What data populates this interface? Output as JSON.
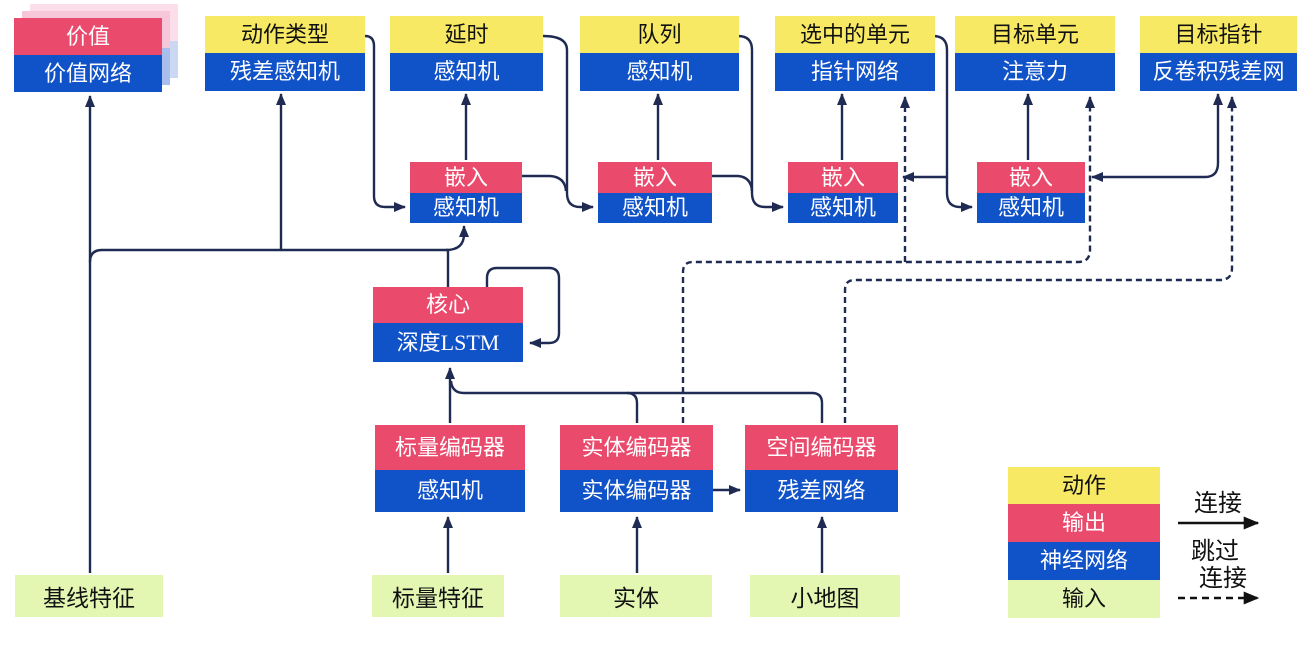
{
  "diagram_title": "agent-architecture-diagram",
  "heads": {
    "value": {
      "action": "价值",
      "network": "价值网络"
    },
    "action_type": {
      "action": "动作类型",
      "network": "残差感知机"
    },
    "delay": {
      "action": "延时",
      "network": "感知机"
    },
    "queue": {
      "action": "队列",
      "network": "感知机"
    },
    "selected_units": {
      "action": "选中的单元",
      "network": "指针网络"
    },
    "target_unit": {
      "action": "目标单元",
      "network": "注意力"
    },
    "target_pointer": {
      "action": "目标指针",
      "network": "反卷积残差网"
    }
  },
  "embeds": {
    "embed1": {
      "output": "嵌入",
      "network": "感知机"
    },
    "embed2": {
      "output": "嵌入",
      "network": "感知机"
    },
    "embed3": {
      "output": "嵌入",
      "network": "感知机"
    },
    "embed4": {
      "output": "嵌入",
      "network": "感知机"
    }
  },
  "core": {
    "output": "核心",
    "network": "深度LSTM"
  },
  "encoders": {
    "scalar": {
      "output": "标量编码器",
      "network": "感知机"
    },
    "entity": {
      "output": "实体编码器",
      "network": "实体编码器"
    },
    "spatial": {
      "output": "空间编码器",
      "network": "残差网络"
    }
  },
  "inputs": {
    "baseline_features": "基线特征",
    "scalar_features": "标量特征",
    "entities": "实体",
    "minimap": "小地图"
  },
  "legend": {
    "action": "动作",
    "output": "输出",
    "network": "神经网络",
    "input": "输入",
    "solid_connection": "连接",
    "skip_connection_line1": "跳过",
    "skip_connection_line2": "连接"
  },
  "colors": {
    "action_yellow": "#F7E964",
    "output_red": "#EA4A6C",
    "network_blue": "#1052C8",
    "input_green": "#E3F6B2",
    "wire_navy": "#1F2B52",
    "legend_arrow_black": "#111111",
    "value_ghost_pink": "#F6C6D9",
    "value_ghost_blue": "#A9BEEC"
  }
}
